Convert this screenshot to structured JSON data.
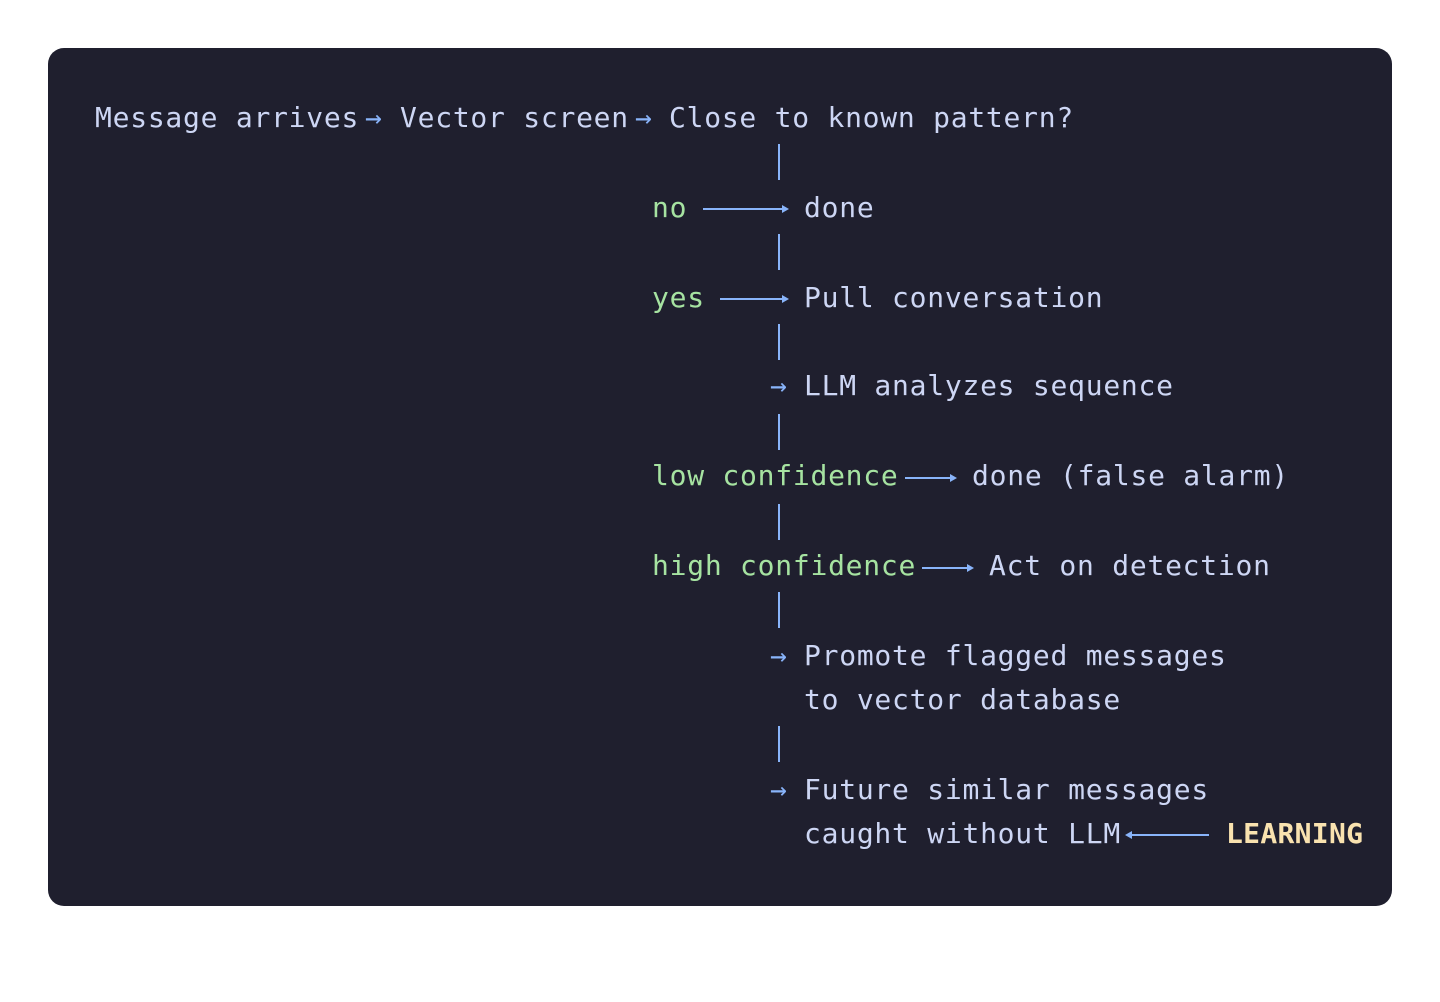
{
  "diagram": {
    "start": "Message arrives",
    "sep": "→",
    "vector_screen": "Vector screen",
    "question": "Close to known pattern?",
    "branch_no": "no",
    "no_result": "done",
    "branch_yes": "yes",
    "yes_result": "Pull conversation",
    "arrow": "→",
    "llm_step": "LLM analyzes sequence",
    "low_conf": "low confidence",
    "low_result": "done (false alarm)",
    "high_conf": "high confidence",
    "high_result": "Act on detection",
    "promote_line1": "Promote flagged messages",
    "promote_line2": "to vector database",
    "future_line1": "Future similar messages",
    "future_line2": "caught without LLM",
    "learning": "LEARNING"
  },
  "colors": {
    "background": "#1f1f2e",
    "text": "#cdd6f4",
    "branch_label": "#a6e3a1",
    "connector": "#89b4fa",
    "highlight": "#f9e2af"
  }
}
